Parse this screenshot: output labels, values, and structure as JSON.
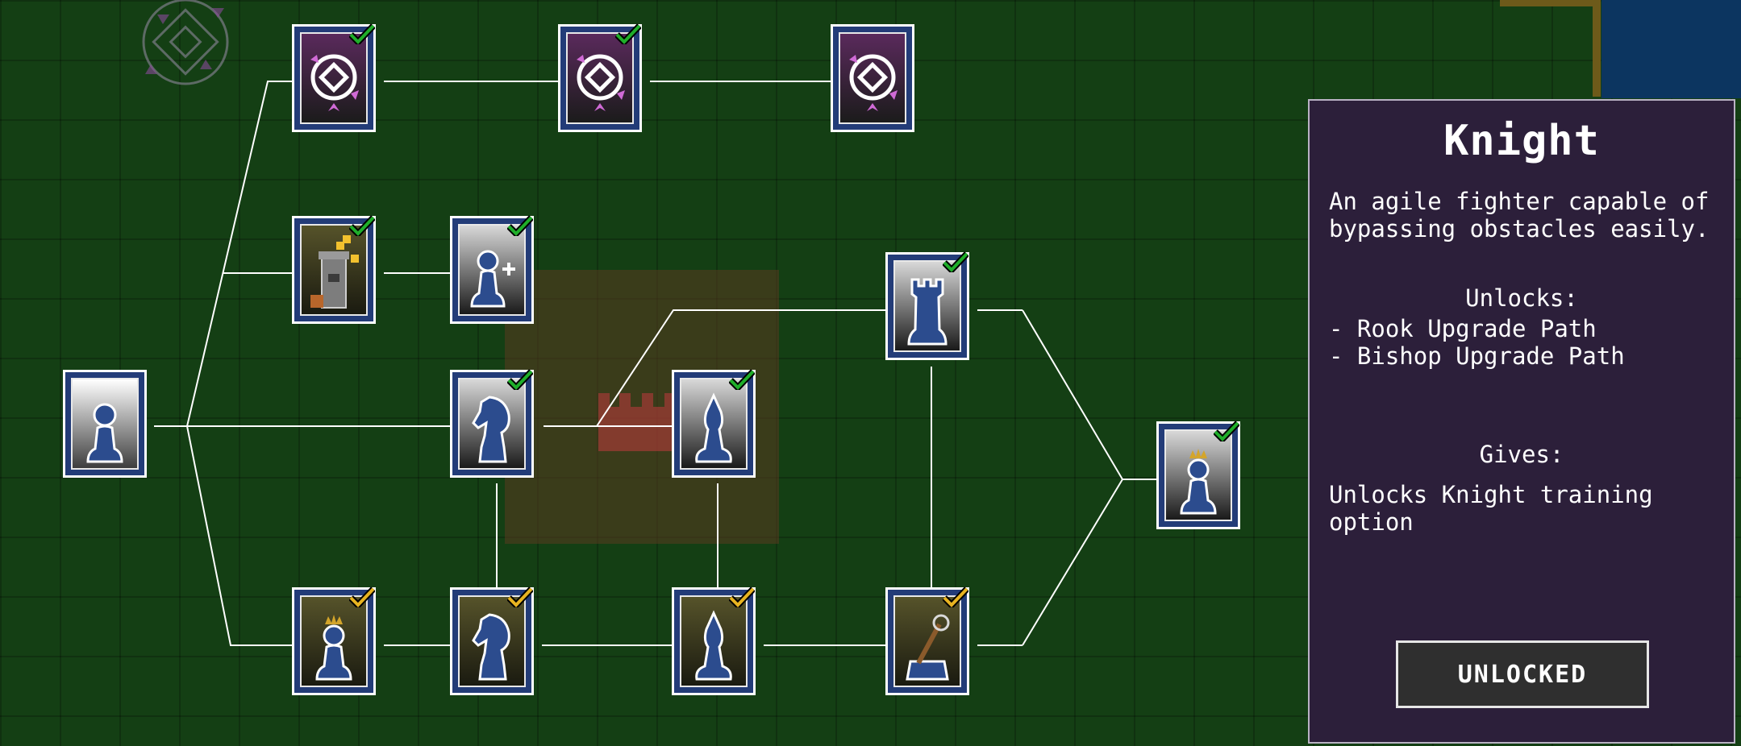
{
  "colors": {
    "grass": "#143f14",
    "node_frame": "#233c78",
    "panel_bg": "#2c1f3a",
    "check_green": "#1fae2a",
    "check_gold": "#e7b321",
    "water": "#0c3560",
    "castle_zone": "#5a3a1f"
  },
  "tree": {
    "nodes": [
      {
        "id": "pawn-root",
        "icon": "pawn-icon",
        "theme": "pawn",
        "check": "none"
      },
      {
        "id": "aura-1",
        "icon": "target-aura-icon",
        "theme": "purple",
        "check": "green"
      },
      {
        "id": "aura-2",
        "icon": "target-aura-icon",
        "theme": "purple",
        "check": "green"
      },
      {
        "id": "aura-3",
        "icon": "target-aura-icon",
        "theme": "purple",
        "check": "none"
      },
      {
        "id": "tower-build",
        "icon": "tower-build-icon",
        "theme": "olive",
        "check": "green"
      },
      {
        "id": "pawn-plus",
        "icon": "pawn-plus-icon",
        "theme": "blue",
        "check": "green"
      },
      {
        "id": "knight",
        "icon": "knight-icon",
        "theme": "blue",
        "check": "green"
      },
      {
        "id": "bishop",
        "icon": "bishop-icon",
        "theme": "blue",
        "check": "green"
      },
      {
        "id": "rook",
        "icon": "rook-icon",
        "theme": "blue",
        "check": "green"
      },
      {
        "id": "queen",
        "icon": "queen-icon",
        "theme": "blue",
        "check": "green"
      },
      {
        "id": "pawn-crown",
        "icon": "crowned-pawn-icon",
        "theme": "olive",
        "check": "gold"
      },
      {
        "id": "knight-gold",
        "icon": "knight-upgrade-icon",
        "theme": "olive",
        "check": "gold"
      },
      {
        "id": "bishop-gold",
        "icon": "bishop-upgrade-icon",
        "theme": "olive",
        "check": "gold"
      },
      {
        "id": "catapult",
        "icon": "catapult-icon",
        "theme": "olive",
        "check": "gold"
      }
    ]
  },
  "panel": {
    "title": "Knight",
    "description": "An agile fighter capable of bypassing obstacles easily.",
    "unlocks_heading": "Unlocks:",
    "unlocks": [
      "- Rook Upgrade Path",
      "- Bishop Upgrade Path"
    ],
    "gives_heading": "Gives:",
    "gives": "Unlocks Knight training option",
    "button_label": "UNLOCKED"
  }
}
